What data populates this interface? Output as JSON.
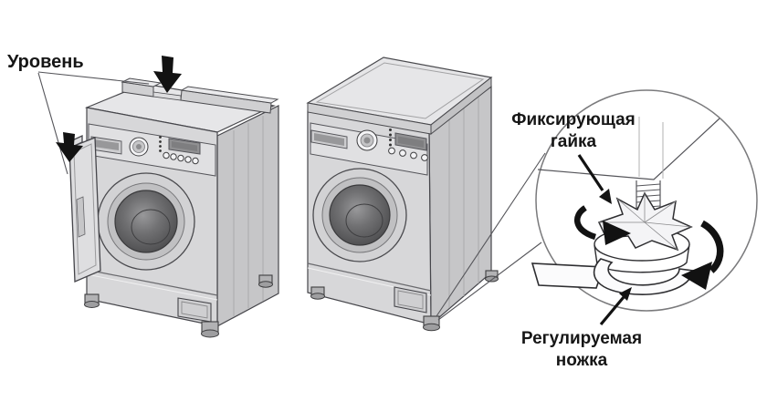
{
  "diagram": {
    "type": "washing-machine-leveling-instruction",
    "labels": {
      "level": "Уровень",
      "fixing_nut": [
        "Фиксирующая",
        "гайка"
      ],
      "adjustable_foot": [
        "Регулируемая",
        "ножка"
      ]
    },
    "icons": {
      "down-arrow": "▼",
      "rotate-left-arrow": "↻",
      "rotate-right-arrow": "↺",
      "pointer-arrow": "➤"
    },
    "colors": {
      "background": "#ffffff",
      "machine_body": "#d7d7d9",
      "machine_side": "#c6c6c8",
      "machine_top": "#e6e6e8",
      "outline": "#45454a",
      "arrow_black": "#121212",
      "leader_line": "#55555a",
      "detail_circle_stroke": "#7a7a7c",
      "display": "#909092"
    }
  }
}
